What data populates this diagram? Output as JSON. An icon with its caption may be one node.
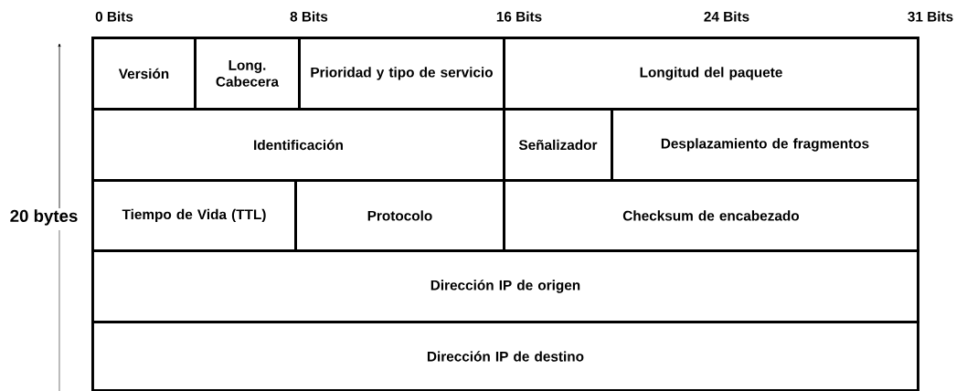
{
  "diagram": {
    "nodes": [
      {
        "text": [
          "Versión"
        ]
      },
      {
        "text": [
          "Long. Cabecera"
        ]
      },
      {
        "text": [
          "Prioridad y tipo de servicio"
        ]
      },
      {
        "text": [
          "Longitud del paquete"
        ]
      },
      {
        "text": [
          "Identificación"
        ]
      },
      {
        "text": [
          "Señalizador"
        ]
      },
      {
        "text": [
          "Desplazamiento de fragmentos"
        ]
      },
      {
        "text": [
          "Tiempo de Vida (TTL)"
        ]
      },
      {
        "text": [
          "Protocolo"
        ]
      },
      {
        "text": [
          "Checksum de encabezado"
        ]
      },
      {
        "text": [
          "Dirección IP de origen"
        ]
      },
      {
        "text": [
          "Dirección IP de destino"
        ]
      }
    ],
    "labels": [
      "0 Bits",
      "8 Bits",
      "16 Bits",
      "24 Bits",
      "31 Bits",
      "20 bytes"
    ]
  }
}
